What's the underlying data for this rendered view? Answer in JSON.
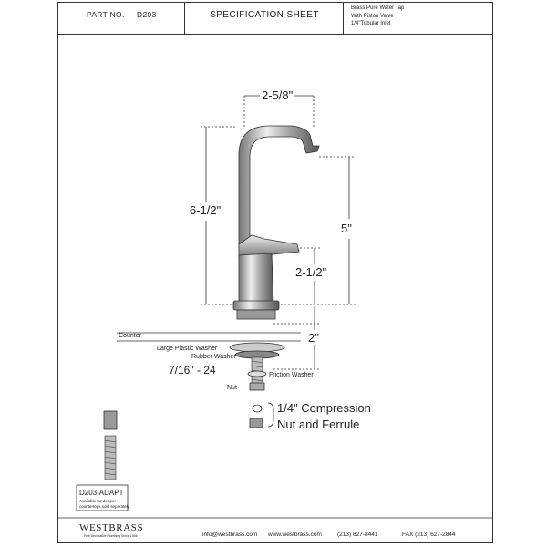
{
  "header": {
    "part_label": "PART NO.",
    "part_number": "D203",
    "title": "SPECIFICATION SHEET",
    "description": [
      "Brass Pure Water Tap",
      "With Piston Valve",
      "1/4\"Tubular Inlet"
    ]
  },
  "dimensions": {
    "spout_reach": "2-5/8\"",
    "overall_height": "6-1/2\"",
    "spout_height": "5\"",
    "base_height": "2-1/2\"",
    "shank_length": "2\""
  },
  "parts": {
    "counter": "Counter",
    "large_washer": "Large Plastic Washer",
    "rubber_washer": "Rubber Washer",
    "thread": "7/16\" - 24",
    "friction_washer": "Friction Washer",
    "nut": "Nut",
    "compression_line1": "1/4\" Compression",
    "compression_line2": "Nut and Ferrule"
  },
  "adapter": {
    "code": "D203-ADAPT",
    "note_line1": "Available for deeper",
    "note_line2": "countertops sold separately"
  },
  "footer": {
    "brand": "WESTBRASS",
    "tagline": "Fine Decorative Plumbing Since 1946",
    "email": "info@westbrass.com",
    "website": "www.westbrass.com",
    "phone": "(213) 627-8441",
    "fax": "FAX (213) 627-2844"
  }
}
